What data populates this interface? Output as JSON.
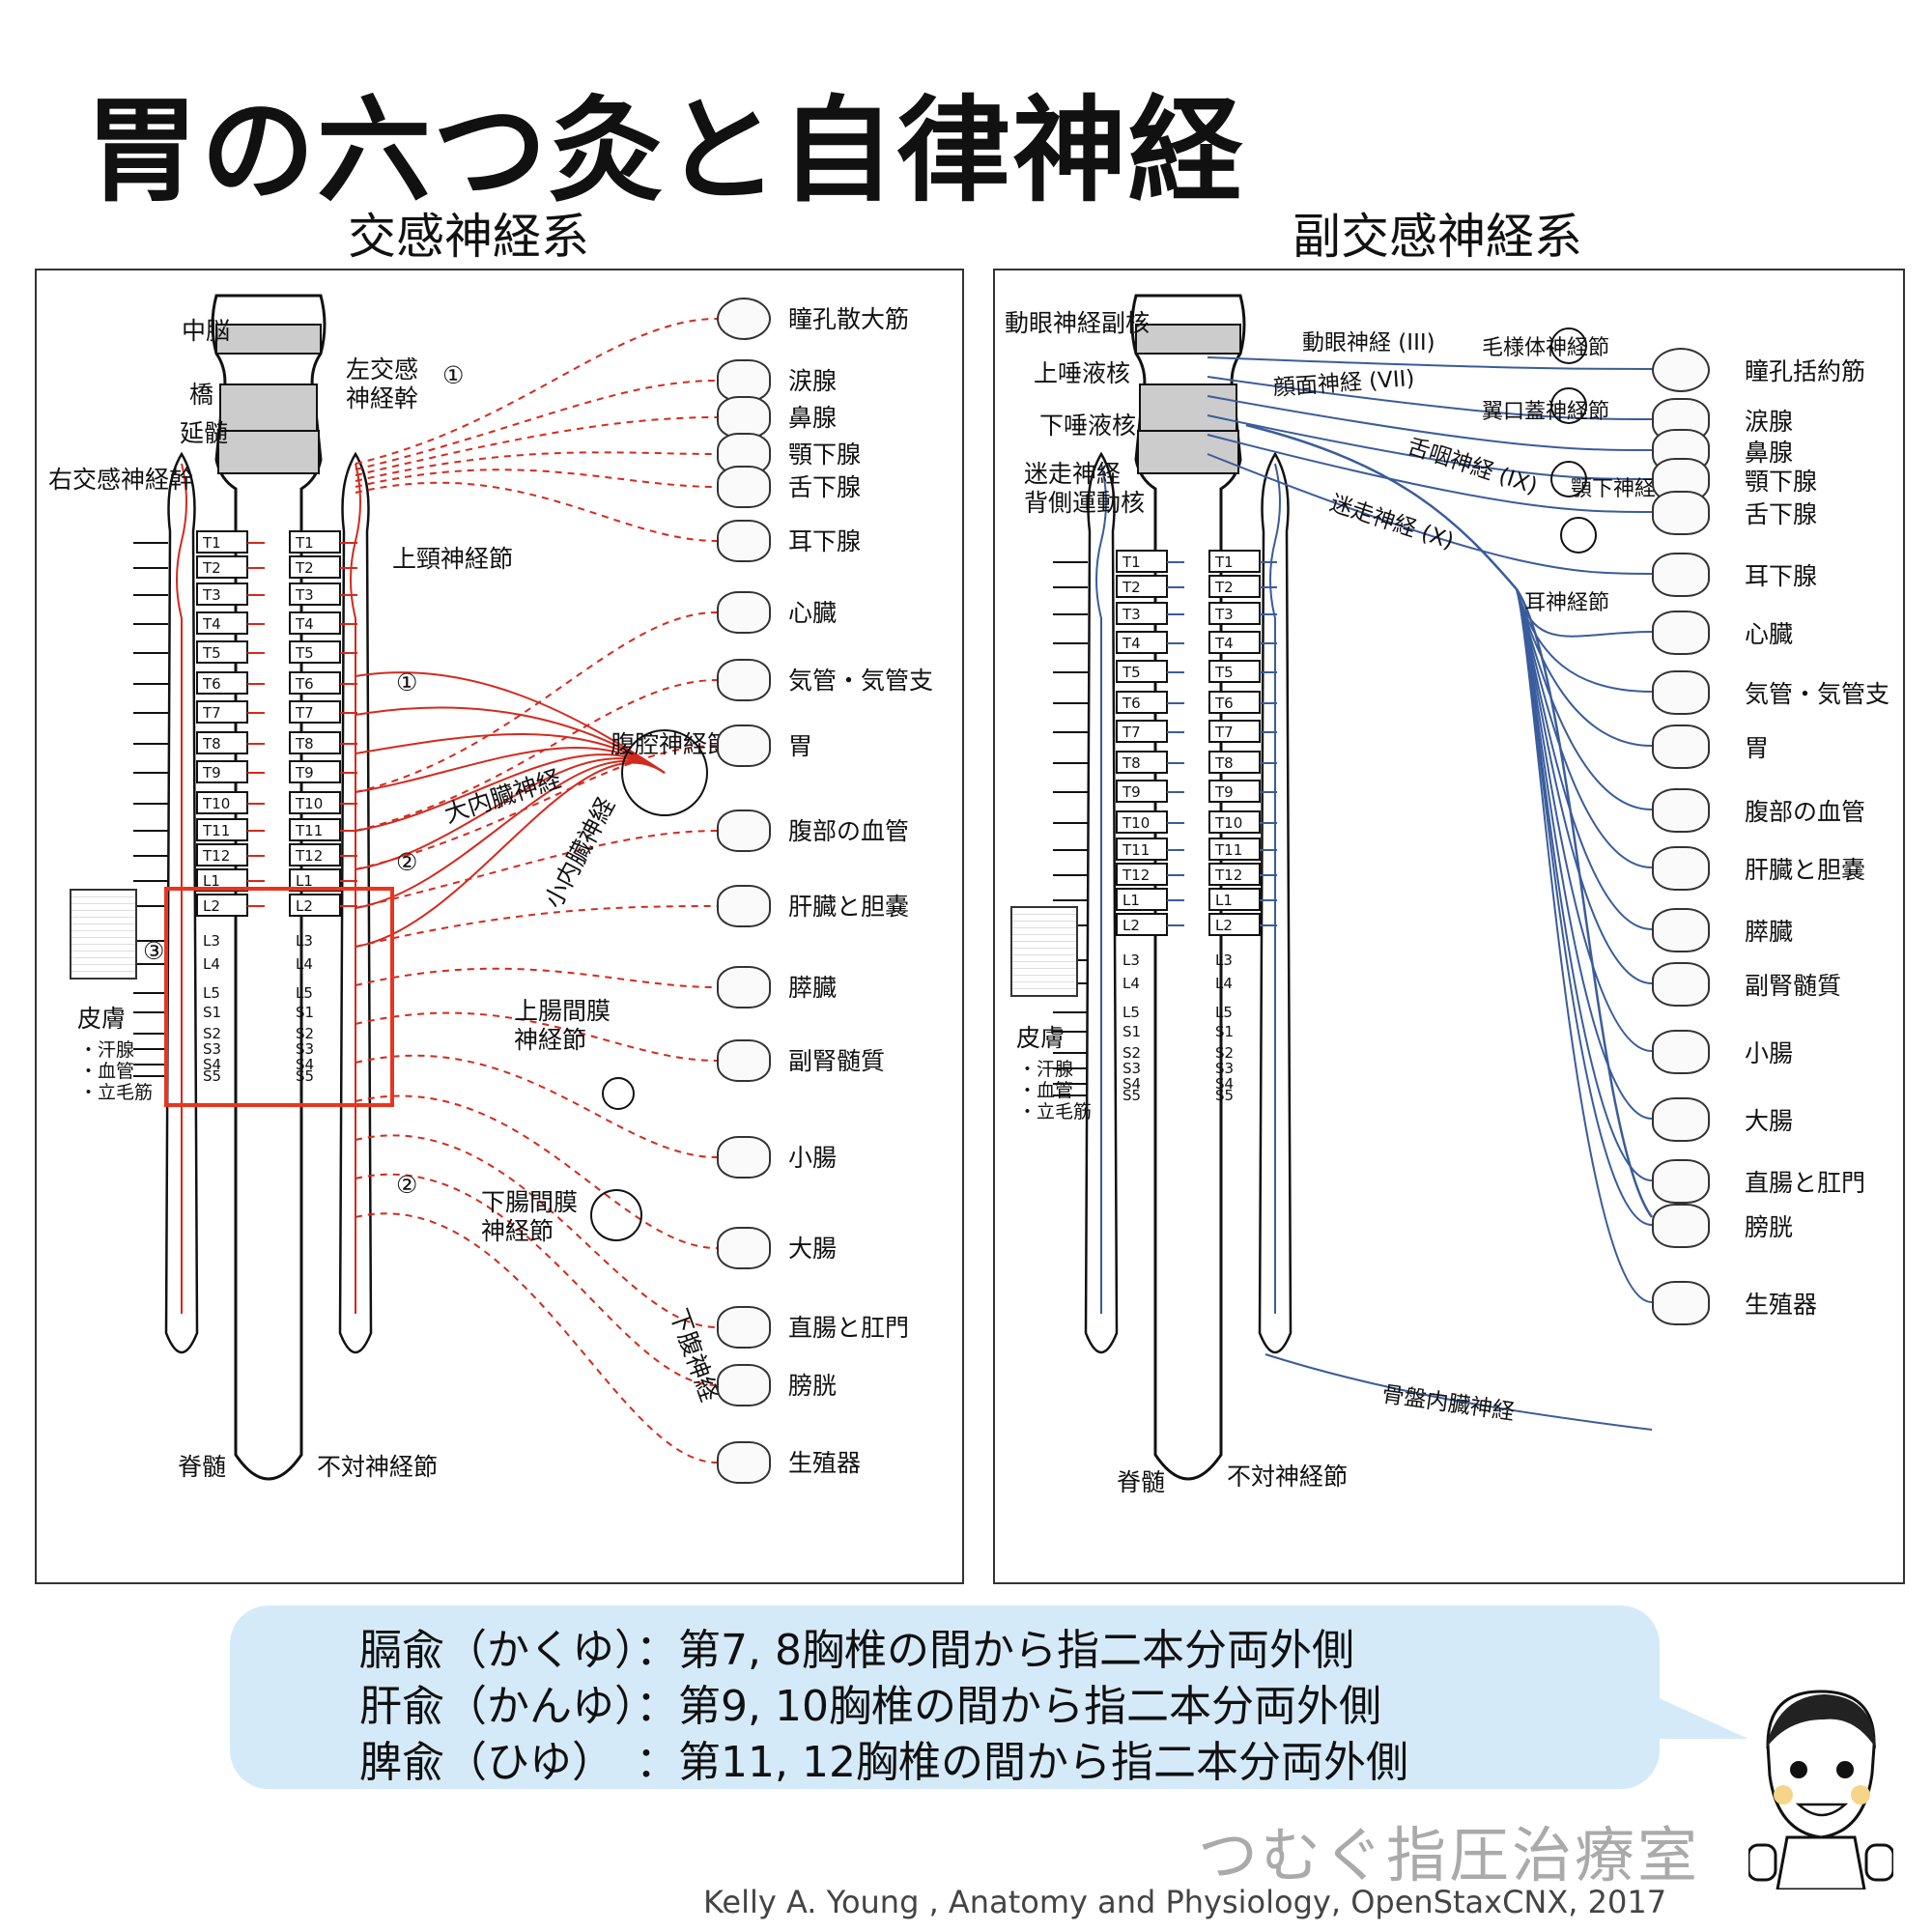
{
  "title": "胃の六つ灸と自律神経",
  "left": {
    "heading": "交感神経系",
    "brain": [
      "中脳",
      "橋",
      "延髄"
    ],
    "trunk_right": "右交感神経幹",
    "trunk_left": "左交感\n神経幹",
    "cervical_ganglion": "上頸神経節",
    "celiac": "腹腔神経節",
    "greater_splanchnic": "大内臓神経",
    "lesser_splanchnic": "小内臓神経",
    "sup_mesenteric": "上腸間膜\n神経節",
    "inf_mesenteric": "下腸間膜\n神経節",
    "hypogastric": "下腹神経",
    "spinal_cord": "脊髄",
    "ganglion_impar": "不対神経節",
    "markers": [
      "①",
      "①",
      "②",
      "②",
      "③"
    ],
    "skin": "皮膚",
    "skin_items": [
      "・汗腺",
      "・血管",
      "・立毛筋"
    ],
    "organs": [
      "瞳孔散大筋",
      "涙腺",
      "鼻腺",
      "顎下腺",
      "舌下腺",
      "耳下腺",
      "心臓",
      "気管・気管支",
      "胃",
      "腹部の血管",
      "肝臓と胆嚢",
      "膵臓",
      "副腎髄質",
      "小腸",
      "大腸",
      "直腸と肛門",
      "膀胱",
      "生殖器"
    ]
  },
  "right": {
    "heading": "副交感神経系",
    "nuclei": [
      "動眼神経副核",
      "上唾液核",
      "下唾液核",
      "迷走神経\n背側運動核"
    ],
    "nerves": [
      "動眼神経 (III)",
      "顔面神経 (VII)",
      "舌咽神経 (IX)",
      "迷走神経 (X)",
      "骨盤内臓神経"
    ],
    "ganglia": [
      "毛様体神経節",
      "翼口蓋神経節",
      "顎下神経節",
      "耳神経節"
    ],
    "spinal_cord": "脊髄",
    "ganglion_impar": "不対神経節",
    "skin": "皮膚",
    "skin_items": [
      "・汗腺",
      "・血管",
      "・立毛筋"
    ],
    "organs": [
      "瞳孔括約筋",
      "涙腺",
      "鼻腺",
      "顎下腺",
      "舌下腺",
      "耳下腺",
      "心臓",
      "気管・気管支",
      "胃",
      "腹部の血管",
      "肝臓と胆嚢",
      "膵臓",
      "副腎髄質",
      "小腸",
      "大腸",
      "直腸と肛門",
      "膀胱",
      "生殖器"
    ]
  },
  "vertebrae": [
    "T1",
    "T2",
    "T3",
    "T4",
    "T5",
    "T6",
    "T7",
    "T8",
    "T9",
    "T10",
    "T11",
    "T12",
    "L1",
    "L2",
    "L3",
    "L4",
    "L5",
    "S1",
    "S2",
    "S3",
    "S4",
    "S5"
  ],
  "notes": [
    "膈兪（かくゆ）：第7, 8胸椎の間から指二本分両外側",
    "肝兪（かんゆ）：第9, 10胸椎の間から指二本分両外側",
    "脾兪（ひゆ）　：第11, 12胸椎の間から指二本分両外側"
  ],
  "brand": "つむぐ指圧治療室",
  "credit": "Kelly A. Young , Anatomy and Physiology, OpenStaxCNX, 2017",
  "colors": {
    "sympathetic": "#d42a1e",
    "parasympathetic": "#3a5c9c",
    "highlight": "#e8351f",
    "bubble": "#d5eaf8"
  }
}
